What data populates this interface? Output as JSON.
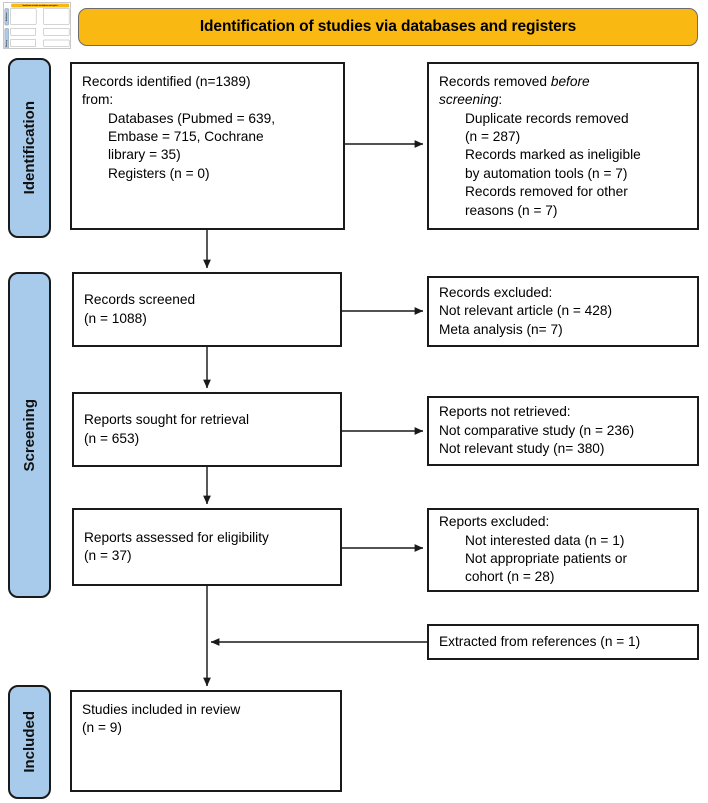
{
  "banner": {
    "title": "Identification of studies via databases and registers",
    "color": "#f9b812"
  },
  "stages": {
    "identification": "Identification",
    "screening": "Screening",
    "included": "Included",
    "color": "#a8cbeb"
  },
  "boxes": {
    "identified": {
      "line1": "Records identified (n=1389)",
      "line2": "from:",
      "line3": "Databases (Pubmed = 639,",
      "line4": "Embase = 715, Cochrane",
      "line5": "library = 35)",
      "line6": "Registers (n = 0)"
    },
    "removed": {
      "line1_a": "Records removed ",
      "line1_b": "before",
      "line2_a": "screening",
      "line2_b": ":",
      "line3": "Duplicate records removed",
      "line4": "(n = 287)",
      "line5": "Records marked as ineligible",
      "line6": "by automation tools (n = 7)",
      "line7": "Records removed for other",
      "line8": "reasons (n = 7)"
    },
    "screened": {
      "line1": "Records screened",
      "line2": "(n = 1088)"
    },
    "excluded_screen": {
      "line1": "Records excluded:",
      "line2": "Not relevant article (n = 428)",
      "line3": "Meta analysis (n= 7)"
    },
    "sought": {
      "line1": "Reports sought for retrieval",
      "line2": "(n = 653)"
    },
    "not_retrieved": {
      "line1": "Reports not retrieved:",
      "line2": "Not comparative study (n = 236)",
      "line3": "Not relevant study (n= 380)"
    },
    "assessed": {
      "line1": "Reports assessed for eligibility",
      "line2": "(n = 37)"
    },
    "excluded_elig": {
      "line1": "Reports excluded:",
      "line2": "Not interested data (n = 1)",
      "line3": "Not appropriate patients or",
      "line4": "cohort (n = 28)"
    },
    "extracted": {
      "line1": "Extracted from references (n = 1)"
    },
    "included": {
      "line1": "Studies included in review",
      "line2": "(n = 9)"
    }
  }
}
